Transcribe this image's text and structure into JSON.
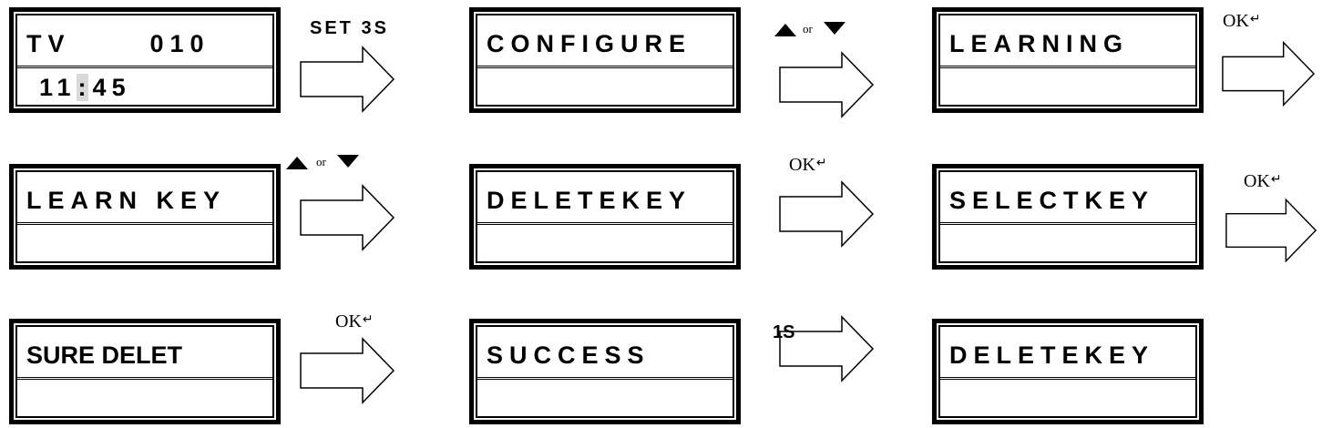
{
  "screens": [
    {
      "line1": "TV      010",
      "line2_a": "11",
      "line2_colon": ":",
      "line2_b": "45"
    },
    {
      "line1": "CONFIGURE"
    },
    {
      "line1": "LEARNING"
    },
    {
      "line1": "LEARN KEY"
    },
    {
      "line1": "DELETEKEY"
    },
    {
      "line1": "SELECTKEY"
    },
    {
      "line1": "SURE DELET"
    },
    {
      "line1": "SUCCESS"
    },
    {
      "line1": "DELETEKEY"
    }
  ],
  "transitions": {
    "set_hold": "SET 3S",
    "or_word": "or",
    "ok_key": "OK",
    "return_glyph": "↵",
    "success_delay": "1S"
  }
}
